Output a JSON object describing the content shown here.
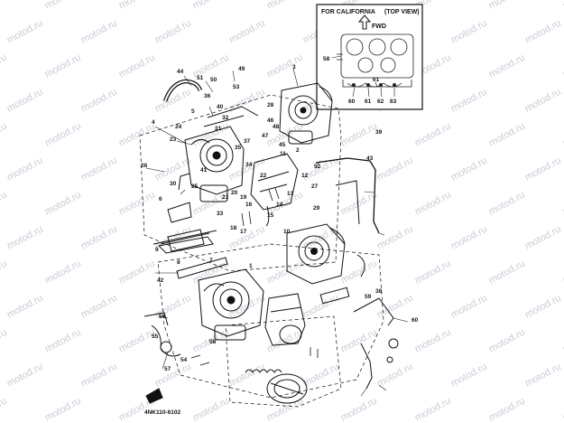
{
  "watermark": "motod.ru",
  "inset": {
    "title": "FOR CALIFORNIA",
    "view": "(TOP VIEW)",
    "fwd": "FWD",
    "numbers": [
      "58",
      "60",
      "61",
      "62",
      "63",
      "61"
    ]
  },
  "code": "4NK110-6102",
  "callouts": [
    "1",
    "2",
    "3",
    "4",
    "5",
    "6",
    "7",
    "8",
    "9",
    "10",
    "11",
    "12",
    "13",
    "14",
    "15",
    "16",
    "17",
    "18",
    "19",
    "20",
    "21",
    "22",
    "23",
    "24",
    "25",
    "26",
    "27",
    "28",
    "29",
    "30",
    "31",
    "32",
    "33",
    "34",
    "35",
    "36",
    "37",
    "38",
    "39",
    "40",
    "41",
    "42",
    "43",
    "44",
    "45",
    "46",
    "47",
    "48",
    "49",
    "50",
    "51",
    "52",
    "53",
    "54",
    "55",
    "56",
    "57",
    "58",
    "59",
    "60"
  ]
}
